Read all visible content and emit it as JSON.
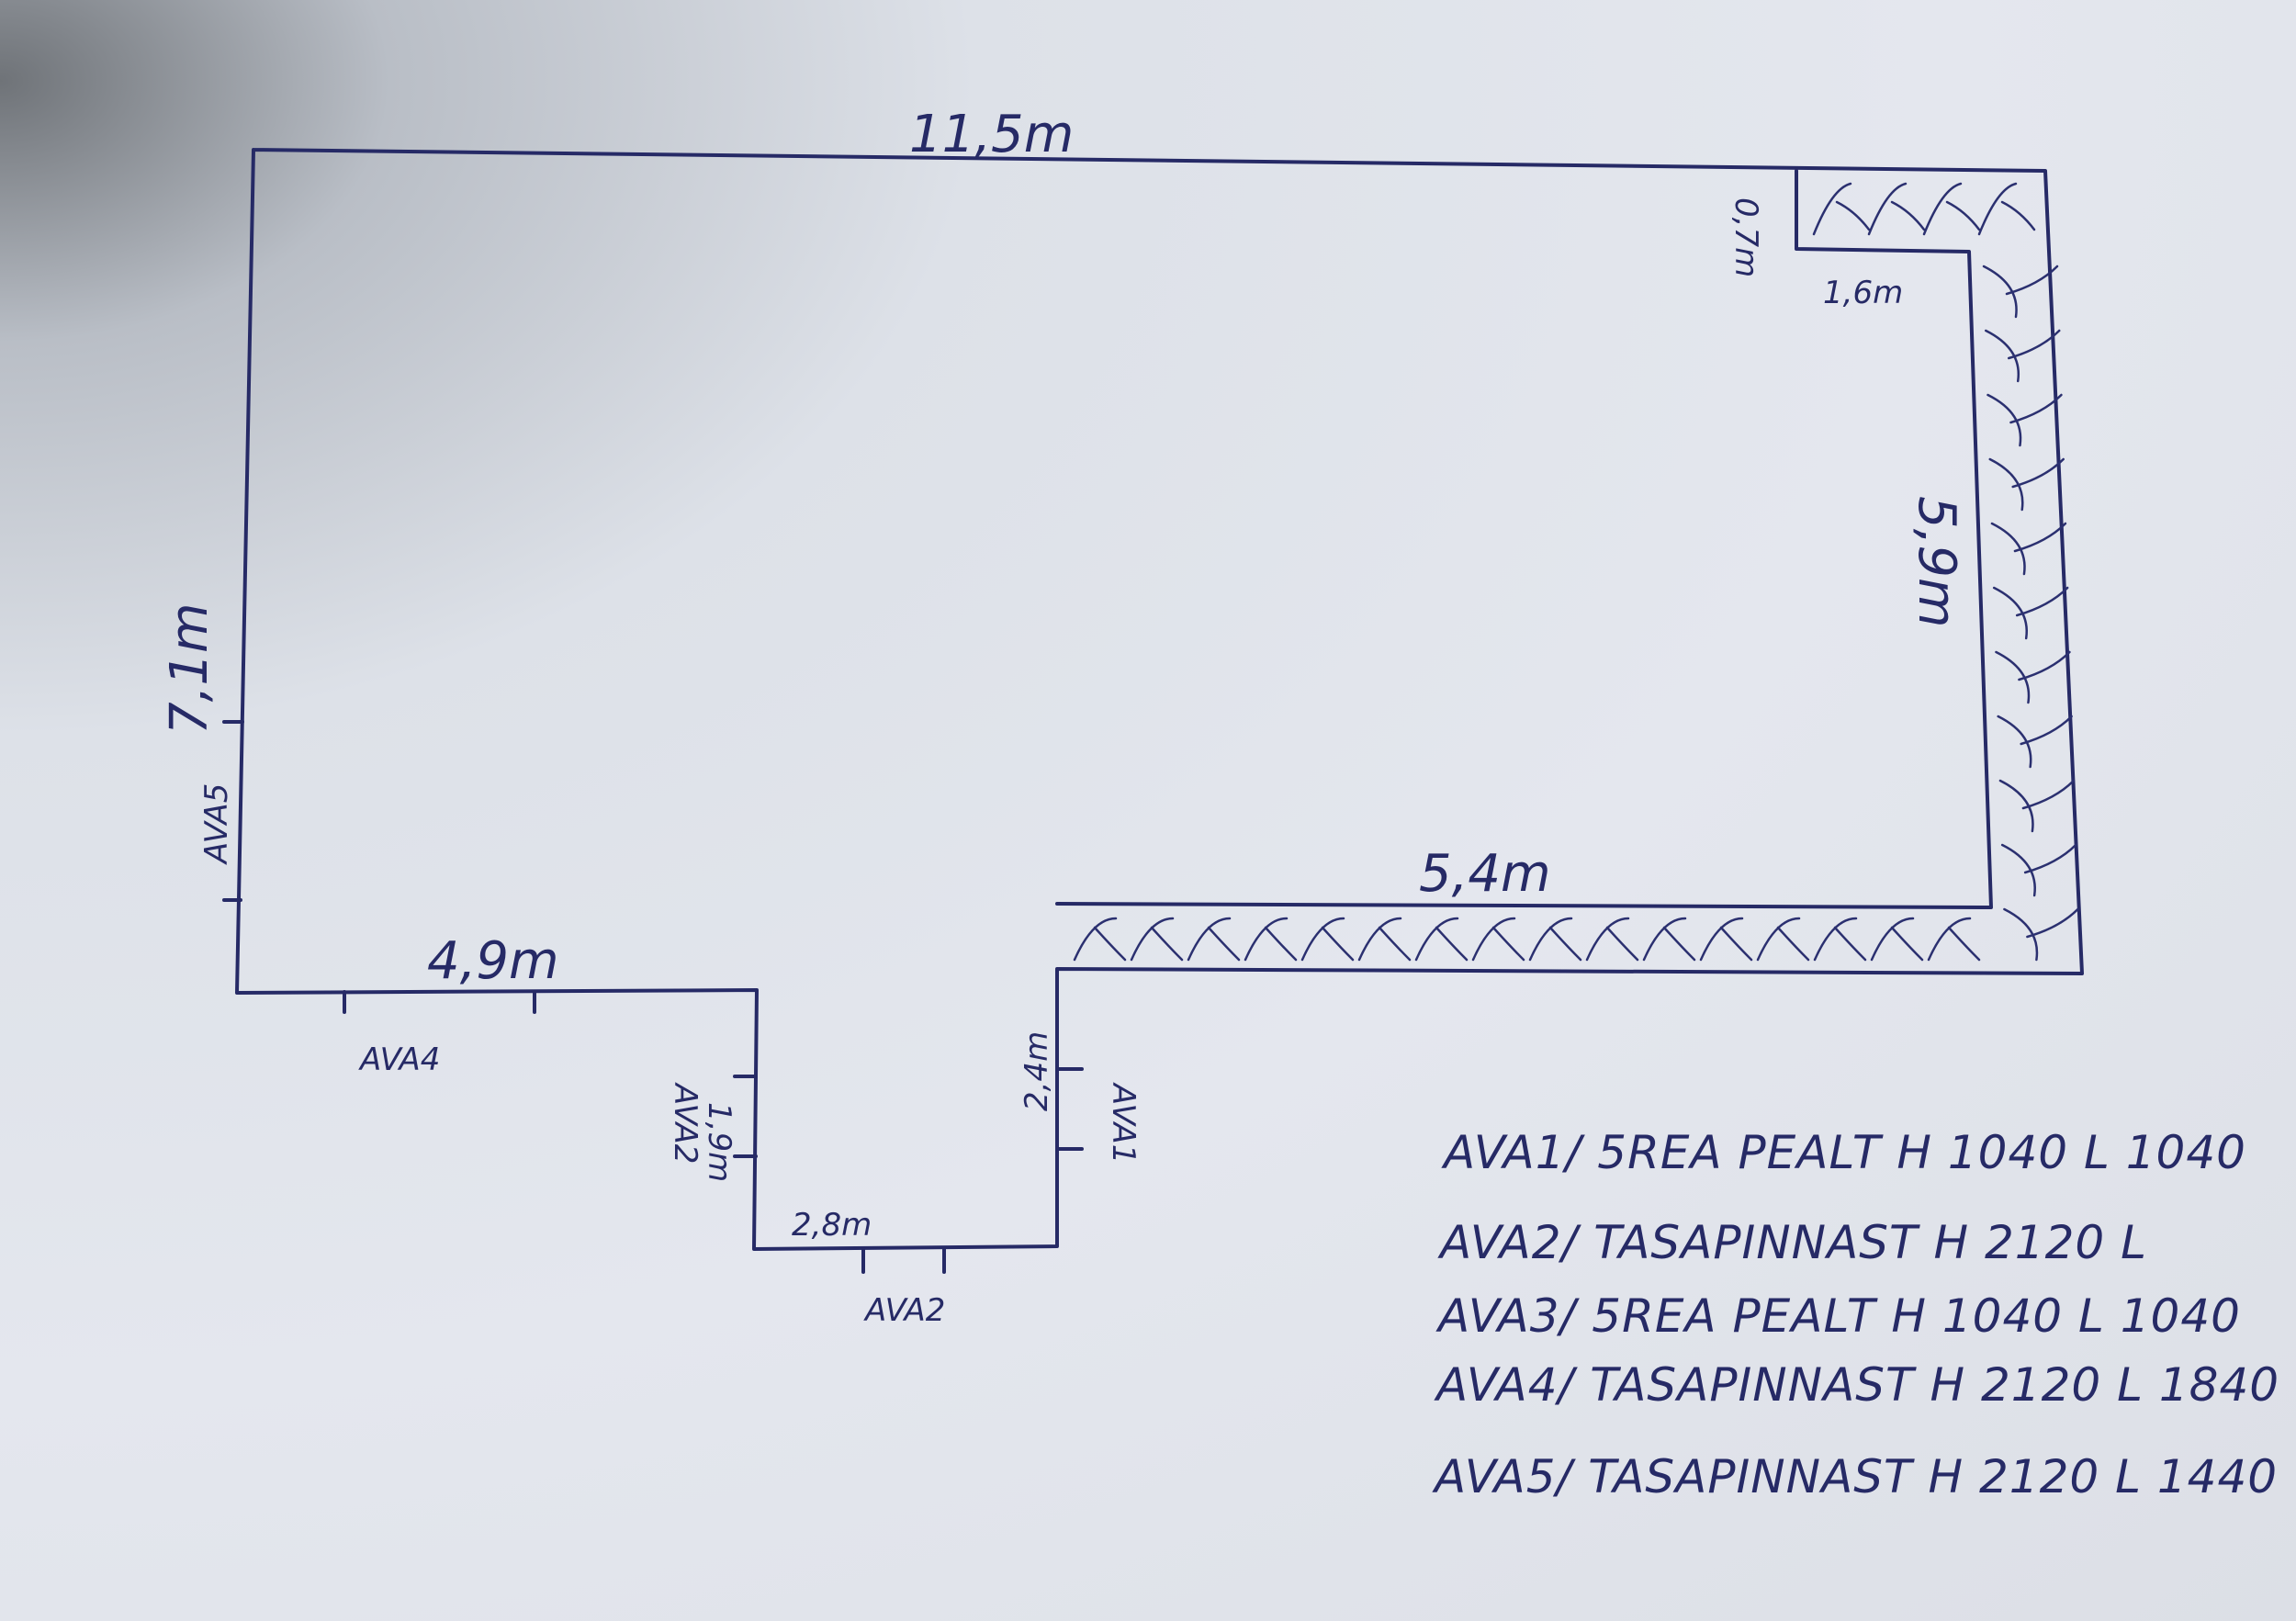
{
  "dimensions": {
    "top": "11,5m",
    "notch_height": "0,7m",
    "notch_width": "1,6m",
    "right": "5,9m",
    "left": "7,1m",
    "lower_right": "5,4m",
    "lower_left": "4,9m",
    "alcove_right": "2,4m",
    "alcove_left": "1,9m",
    "alcove_bottom": "2,8m"
  },
  "openings": {
    "left_wall": "AVA5",
    "lower_left_wall": "AVA4",
    "alcove_left_wall": "AVA2",
    "alcove_bottom_wall": "AVA2",
    "alcove_right_wall": "AVA1"
  },
  "legend": [
    "AVA1/ 5REA PEALT H 1040 L 1040",
    "AVA2/ TASAPINNAST H 2120 L",
    "AVA3/ 5REA PEALT H 1040 L 1040",
    "AVA4/ TASAPINNAST H 2120 L 1840",
    "AVA5/ TASAPINNAST H 2120 L 1440"
  ],
  "colors": {
    "ink": "#262a66",
    "paper": "#e2e5ec"
  }
}
